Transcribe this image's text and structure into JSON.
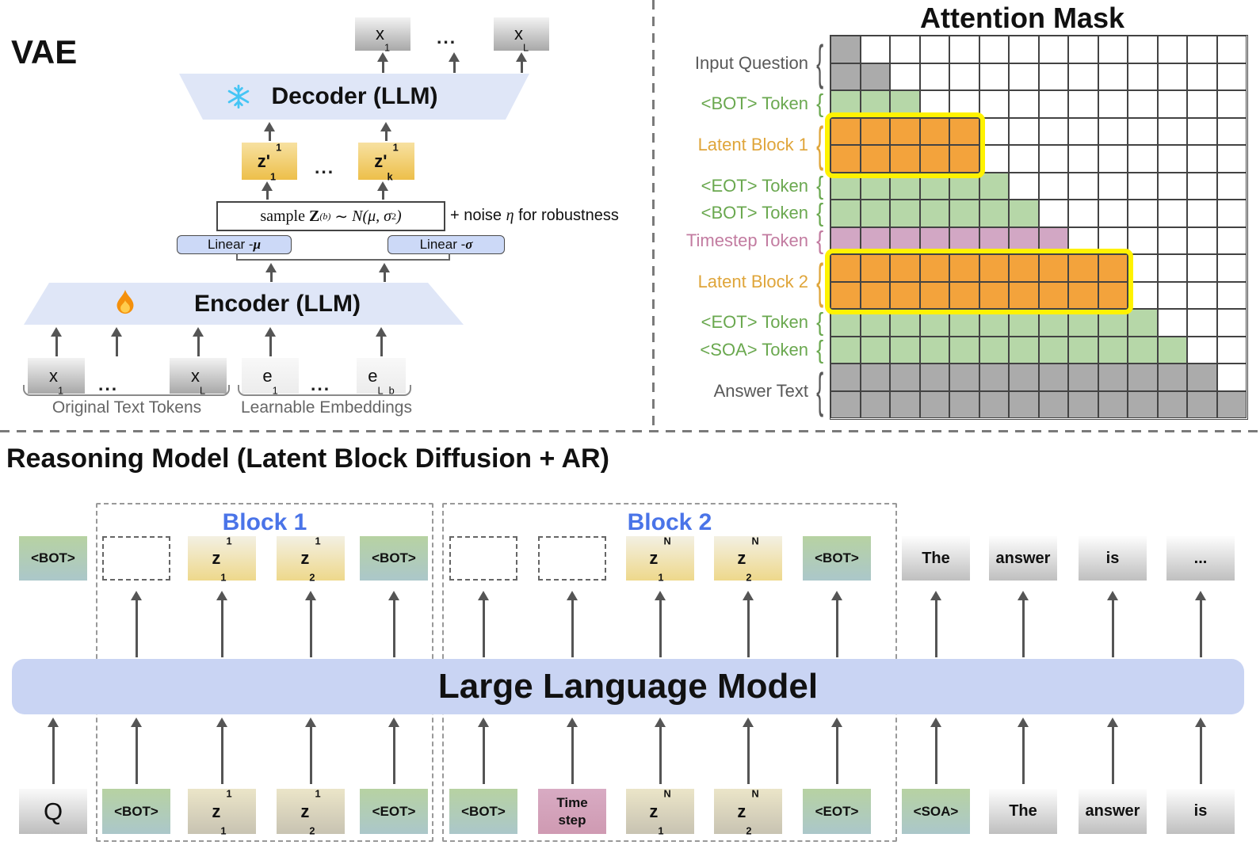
{
  "vae": {
    "title": "VAE",
    "decoder": {
      "label": "Decoder (LLM)",
      "icon": "snowflake"
    },
    "encoder": {
      "label": "Encoder (LLM)",
      "icon": "fire"
    },
    "output_tokens": [
      {
        "base": "x",
        "sub": "1"
      },
      {
        "base": "x",
        "sub": "L"
      }
    ],
    "output_dots": "...",
    "latent_tokens": [
      {
        "base": "z'",
        "sub": "1",
        "sup": "1"
      },
      {
        "base": "z'",
        "sub": "k",
        "sup": "1"
      }
    ],
    "latent_dots": "...",
    "sample": {
      "word": "sample",
      "var": "Z",
      "var_sup": "(b)",
      "tilde": "∼",
      "dist": "N",
      "args_open": "(μ, σ",
      "args_sup": "2",
      "args_close": ")"
    },
    "noise_note": {
      "plus": "+ noise ",
      "eta": "η",
      "rest": " for robustness"
    },
    "linear_mu": {
      "prefix": "Linear - ",
      "symbol": "μ"
    },
    "linear_sigma": {
      "prefix": "Linear - ",
      "symbol": "σ"
    },
    "input_tokens": [
      {
        "base": "x",
        "sub": "1"
      },
      {
        "base": "x",
        "sub": "L"
      },
      {
        "base": "e",
        "sub": "1"
      },
      {
        "base": "e",
        "sub": "L_b"
      }
    ],
    "input_dots_1": "...",
    "input_dots_2": "...",
    "group_labels": [
      "Original Text Tokens",
      "Learnable Embeddings"
    ]
  },
  "mask": {
    "title": "Attention Mask",
    "grid": {
      "cols": 14,
      "rows": 14
    },
    "row_fills": [
      {
        "count": 1,
        "color": "gray"
      },
      {
        "count": 2,
        "color": "gray"
      },
      {
        "count": 3,
        "color": "green"
      },
      {
        "count": 5,
        "color": "orange"
      },
      {
        "count": 5,
        "color": "orange"
      },
      {
        "count": 6,
        "color": "green"
      },
      {
        "count": 7,
        "color": "green"
      },
      {
        "count": 8,
        "color": "pink"
      },
      {
        "count": 10,
        "color": "orange"
      },
      {
        "count": 10,
        "color": "orange"
      },
      {
        "count": 11,
        "color": "green"
      },
      {
        "count": 12,
        "color": "green"
      },
      {
        "count": 13,
        "color": "gray"
      },
      {
        "count": 14,
        "color": "gray"
      }
    ],
    "labels": [
      {
        "text": "Input Question",
        "color": "gray",
        "row_start": 0,
        "row_span": 2
      },
      {
        "text": "<BOT> Token",
        "color": "green",
        "row_start": 2,
        "row_span": 1
      },
      {
        "text": "Latent Block 1",
        "color": "gold",
        "row_start": 3,
        "row_span": 2
      },
      {
        "text": "<EOT> Token",
        "color": "green",
        "row_start": 5,
        "row_span": 1
      },
      {
        "text": "<BOT> Token",
        "color": "green",
        "row_start": 6,
        "row_span": 1
      },
      {
        "text": "Timestep Token",
        "color": "pink",
        "row_start": 7,
        "row_span": 1
      },
      {
        "text": "Latent Block 2",
        "color": "gold",
        "row_start": 8,
        "row_span": 2
      },
      {
        "text": "<EOT> Token",
        "color": "green",
        "row_start": 10,
        "row_span": 1
      },
      {
        "text": "<SOA> Token",
        "color": "green",
        "row_start": 11,
        "row_span": 1
      },
      {
        "text": "Answer Text",
        "color": "gray",
        "row_start": 12,
        "row_span": 2
      }
    ],
    "highlights": [
      {
        "row_start": 3,
        "row_span": 2,
        "col_span": 5
      },
      {
        "row_start": 8,
        "row_span": 2,
        "col_span": 10
      }
    ],
    "colors": {
      "gray": "#ababab",
      "green": "#b6d7a8",
      "orange": "#f3a33c",
      "pink": "#d2a7c4",
      "label_gray": "#595959",
      "label_green": "#6aa84f",
      "label_gold": "#dfa53a",
      "label_pink": "#c27ba0",
      "highlight": "#fff200"
    }
  },
  "reasoning": {
    "title": "Reasoning Model (Latent Block Diffusion + AR)",
    "llm_label": "Large Language Model",
    "blocks": [
      {
        "label": "Block 1"
      },
      {
        "label": "Block 2"
      }
    ],
    "columns": [
      {
        "top": {
          "kind": "green",
          "label": "<BOT>"
        },
        "bottom": {
          "kind": "q",
          "label": "Q"
        },
        "top_arrow": false
      },
      {
        "top": {
          "kind": "dashed"
        },
        "bottom": {
          "kind": "green",
          "label": "<BOT>"
        },
        "top_arrow": true
      },
      {
        "top": {
          "kind": "z_top",
          "z": {
            "base": "z",
            "sub": "1",
            "sup": "1"
          }
        },
        "bottom": {
          "kind": "z_bottom",
          "z": {
            "base": "z",
            "sub": "1",
            "sup": "1"
          }
        },
        "top_arrow": true
      },
      {
        "top": {
          "kind": "z_top",
          "z": {
            "base": "z",
            "sub": "2",
            "sup": "1"
          }
        },
        "bottom": {
          "kind": "z_bottom",
          "z": {
            "base": "z",
            "sub": "2",
            "sup": "1"
          }
        },
        "top_arrow": true
      },
      {
        "top": {
          "kind": "green",
          "label": "<BOT>"
        },
        "bottom": {
          "kind": "green",
          "label": "<EOT>"
        },
        "top_arrow": true
      },
      {
        "top": {
          "kind": "dashed"
        },
        "bottom": {
          "kind": "green",
          "label": "<BOT>"
        },
        "top_arrow": true
      },
      {
        "top": {
          "kind": "dashed"
        },
        "bottom": {
          "kind": "pink",
          "label": "Time step"
        },
        "top_arrow": true
      },
      {
        "top": {
          "kind": "z_top",
          "z": {
            "base": "z",
            "sub": "1",
            "sup": "N"
          }
        },
        "bottom": {
          "kind": "z_bottom",
          "z": {
            "base": "z",
            "sub": "1",
            "sup": "N"
          }
        },
        "top_arrow": true
      },
      {
        "top": {
          "kind": "z_top",
          "z": {
            "base": "z",
            "sub": "2",
            "sup": "N"
          }
        },
        "bottom": {
          "kind": "z_bottom",
          "z": {
            "base": "z",
            "sub": "2",
            "sup": "N"
          }
        },
        "top_arrow": true
      },
      {
        "top": {
          "kind": "green",
          "label": "<BOT>"
        },
        "bottom": {
          "kind": "green",
          "label": "<EOT>"
        },
        "top_arrow": true
      },
      {
        "top": {
          "kind": "word",
          "label": "The"
        },
        "bottom": {
          "kind": "green",
          "label": "<SOA>"
        },
        "top_arrow": true
      },
      {
        "top": {
          "kind": "word",
          "label": "answer"
        },
        "bottom": {
          "kind": "word",
          "label": "The"
        },
        "top_arrow": true
      },
      {
        "top": {
          "kind": "word",
          "label": "is"
        },
        "bottom": {
          "kind": "word",
          "label": "answer"
        },
        "top_arrow": true
      },
      {
        "top": {
          "kind": "word",
          "label": "..."
        },
        "bottom": {
          "kind": "word",
          "label": "is"
        },
        "top_arrow": true
      }
    ]
  }
}
